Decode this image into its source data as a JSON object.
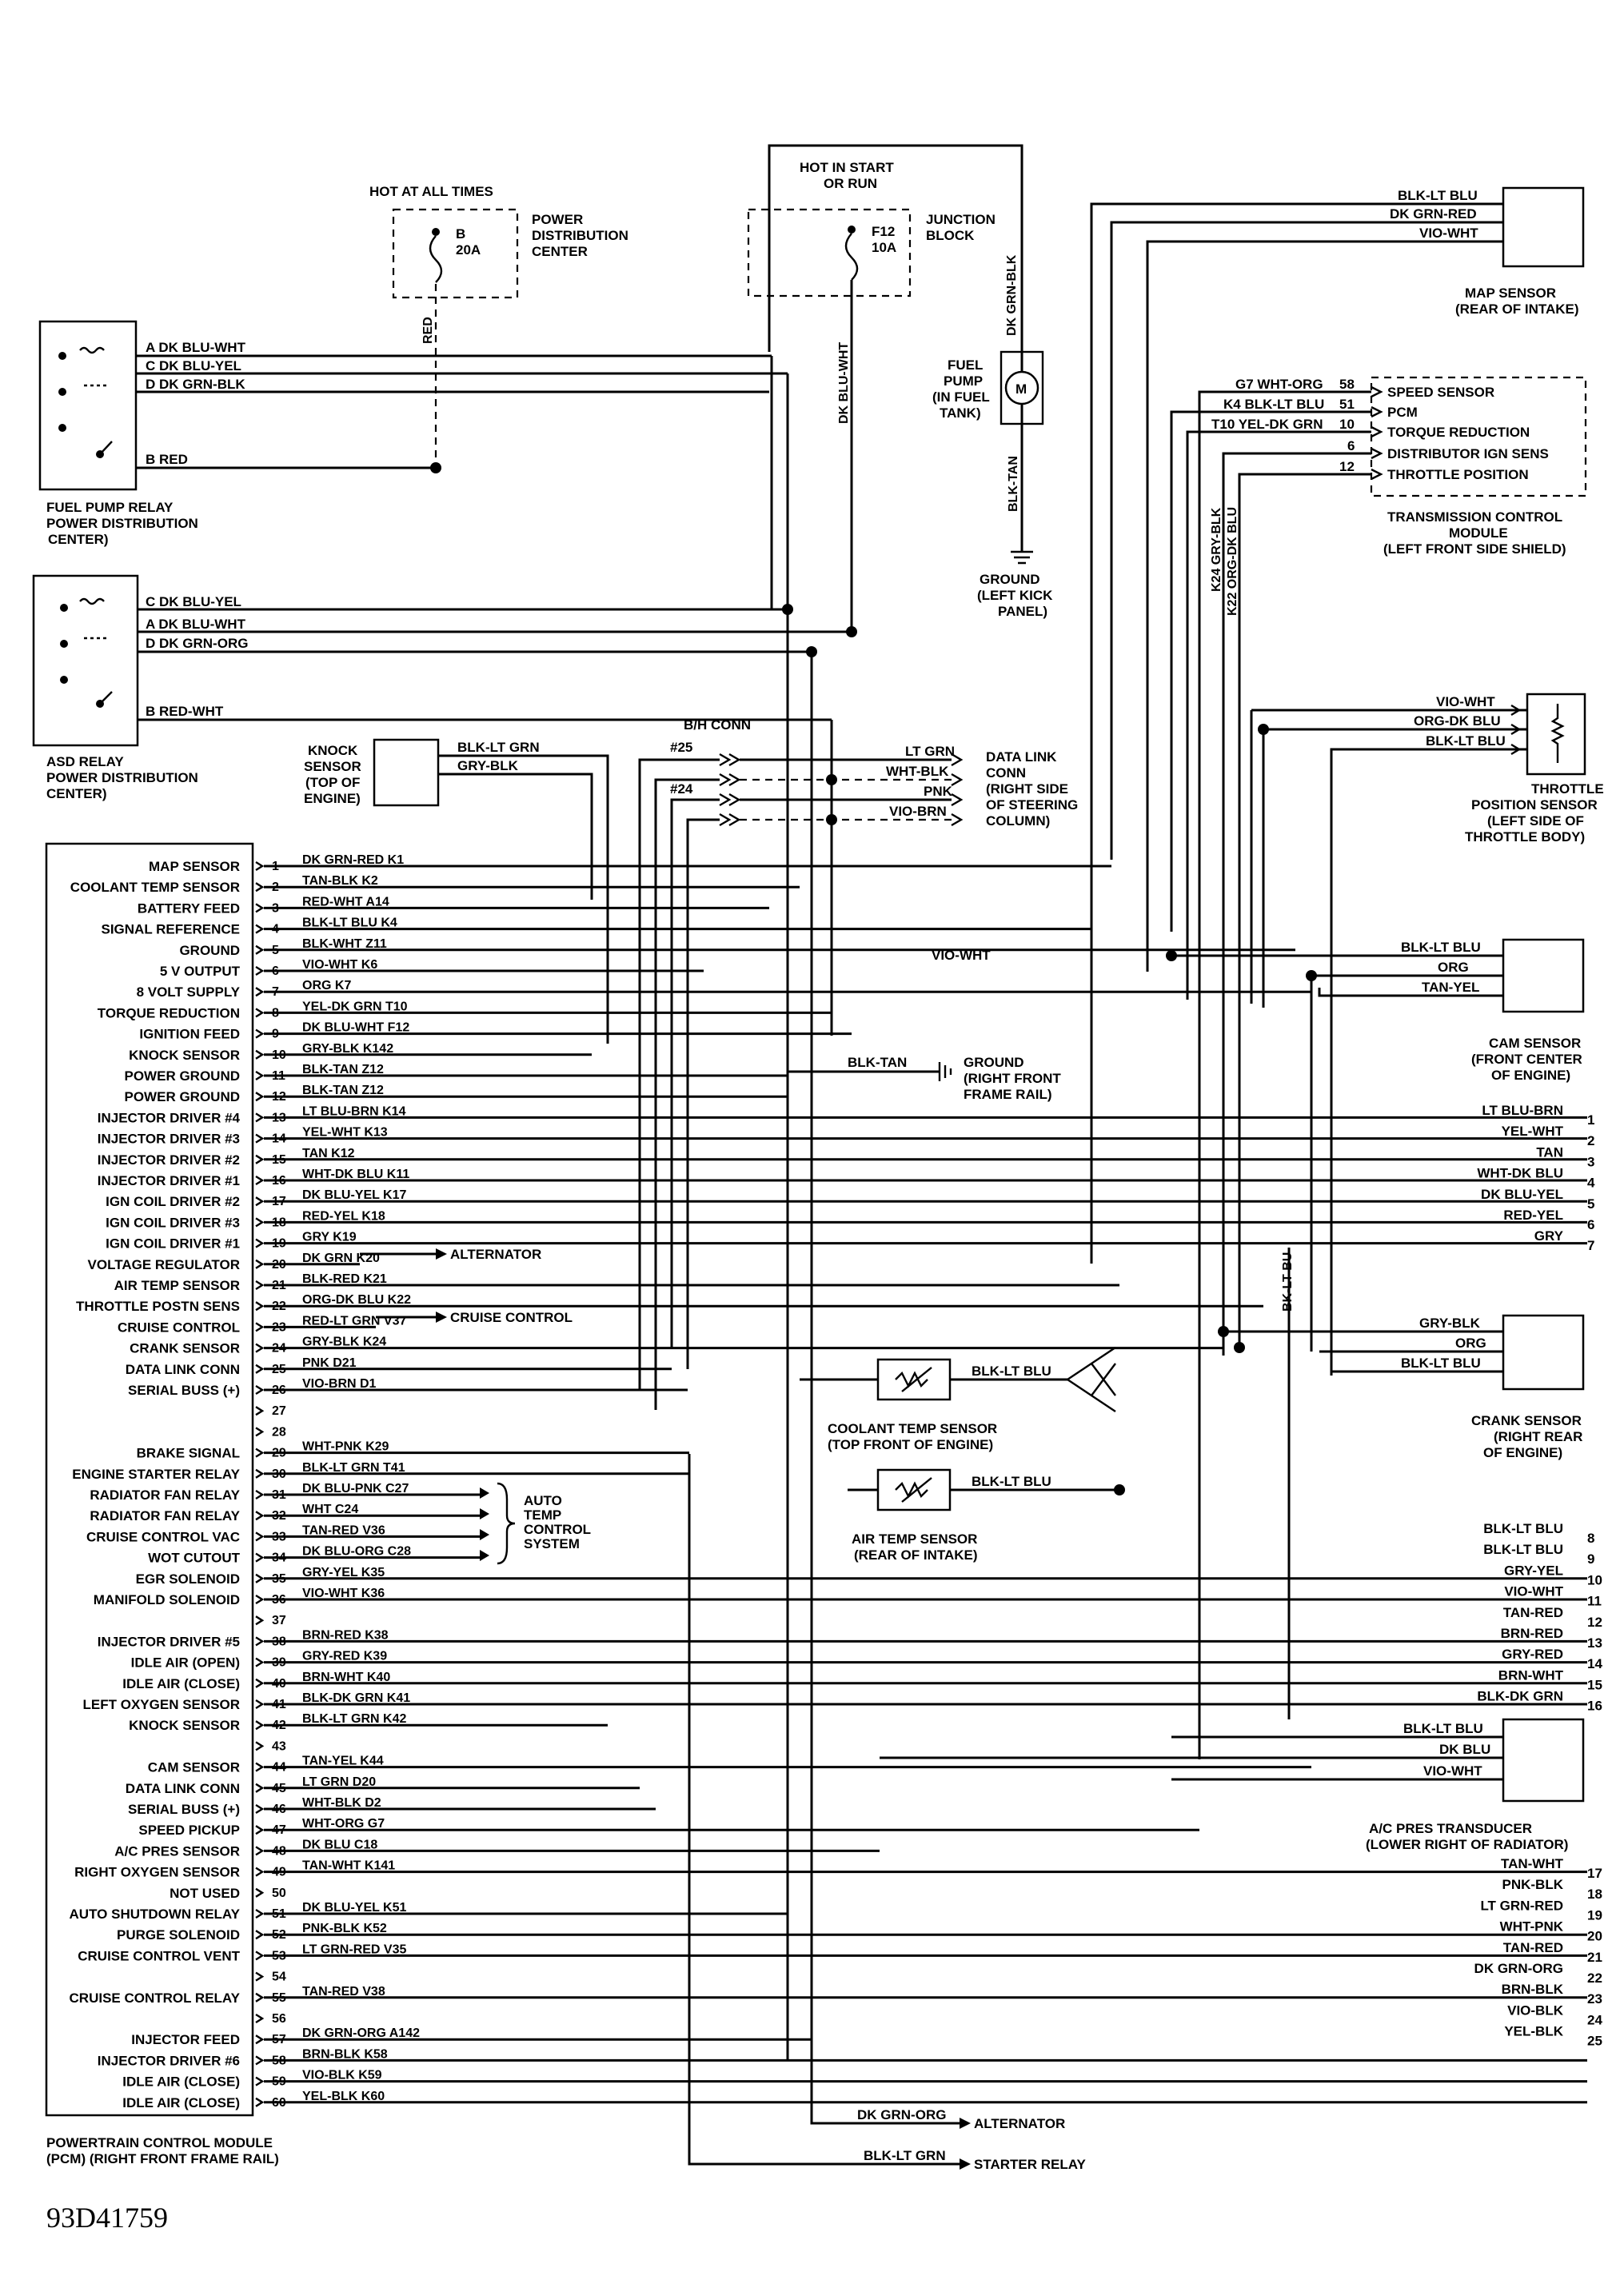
{
  "power": {
    "hot_all_times": "HOT AT ALL TIMES",
    "pdc_fuse_name": "B",
    "pdc_fuse_amp": "20A",
    "pdc_label": [
      "POWER",
      "DISTRIBUTION",
      "CENTER"
    ],
    "hot_start_run": [
      "HOT IN START",
      "OR RUN"
    ],
    "jb_fuse_name": "F12",
    "jb_fuse_amp": "10A",
    "jb_label": [
      "JUNCTION",
      "BLOCK"
    ],
    "red_wire": "RED",
    "dkgrn_blk_wire": "DK GRN-BLK",
    "dkblu_wht_wire": "DK BLU-WHT"
  },
  "fuel_pump": {
    "label": [
      "FUEL",
      "PUMP",
      "(IN FUEL",
      "TANK)"
    ],
    "motor": "M",
    "blk_tan_wire": "BLK-TAN",
    "ground": [
      "GROUND",
      "(LEFT KICK",
      "PANEL)"
    ]
  },
  "fuel_pump_relay": {
    "wires": [
      "A  DK BLU-WHT",
      "C  DK BLU-YEL",
      "D  DK GRN-BLK",
      "B  RED"
    ],
    "label": [
      "FUEL PUMP RELAY",
      "POWER DISTRIBUTION",
      "CENTER)"
    ]
  },
  "asd_relay": {
    "wires": [
      "C  DK BLU-YEL",
      "A  DK BLU-WHT",
      "D  DK GRN-ORG",
      "B  RED-WHT"
    ],
    "label": [
      "ASD RELAY",
      "POWER DISTRIBUTION",
      "CENTER)"
    ]
  },
  "knock_sensor": {
    "label": [
      "KNOCK",
      "SENSOR",
      "(TOP OF",
      "ENGINE)"
    ],
    "wires": [
      "BLK-LT GRN",
      "GRY-BLK"
    ]
  },
  "data_link": {
    "bh_conn": "B/H CONN",
    "pin25": "#25",
    "pin24": "#24",
    "wires": [
      "LT GRN",
      "WHT-BLK",
      "PNK",
      "VIO-BRN"
    ],
    "label": [
      "DATA LINK",
      "CONN",
      "(RIGHT SIDE",
      "OF STEERING",
      "COLUMN)"
    ]
  },
  "ground_frame": {
    "wire": "BLK-TAN",
    "label": [
      "GROUND",
      "(RIGHT FRONT",
      "FRAME RAIL)"
    ]
  },
  "map_sensor": {
    "wires": [
      "BLK-LT BLU",
      "DK GRN-RED",
      "VIO-WHT"
    ],
    "label": [
      "MAP SENSOR",
      "(REAR OF INTAKE)"
    ]
  },
  "tcm": {
    "wires": [
      "G7 WHT-ORG",
      "K4 BLK-LT BLU",
      "T10 YEL-DK GRN"
    ],
    "pins": [
      "58",
      "51",
      "10",
      "6",
      "12"
    ],
    "items": [
      "SPEED SENSOR",
      "PCM",
      "TORQUE REDUCTION",
      "DISTRIBUTOR IGN SENS",
      "THROTTLE POSITION"
    ],
    "label": [
      "TRANSMISSION CONTROL",
      "MODULE",
      "(LEFT FRONT SIDE SHIELD)"
    ],
    "vert_wires": [
      "K24 GRY-BLK",
      "K22 ORG-DK BLU"
    ]
  },
  "tps": {
    "wires": [
      "VIO-WHT",
      "ORG-DK BLU",
      "BLK-LT BLU"
    ],
    "label": [
      "THROTTLE",
      "POSITION SENSOR",
      "(LEFT SIDE OF",
      "THROTTLE BODY)"
    ]
  },
  "vio_wht_mid": "VIO-WHT",
  "cam_sensor": {
    "wires": [
      "BLK-LT BLU",
      "ORG",
      "TAN-YEL"
    ],
    "label": [
      "CAM SENSOR",
      "(FRONT CENTER",
      "OF ENGINE)"
    ]
  },
  "right_group_a": {
    "wires": [
      "LT BLU-BRN",
      "YEL-WHT",
      "TAN",
      "WHT-DK BLU",
      "DK BLU-YEL",
      "RED-YEL",
      "GRY"
    ],
    "nums": [
      "1",
      "2",
      "3",
      "4",
      "5",
      "6",
      "7"
    ]
  },
  "bk_lt_bu": "BK-LT BU",
  "crank_sensor": {
    "wires": [
      "GRY-BLK",
      "ORG",
      "BLK-LT BLU"
    ],
    "label": [
      "CRANK SENSOR",
      "(RIGHT REAR",
      "OF ENGINE)"
    ]
  },
  "coolant_sensor": {
    "wire": "BLK-LT BLU",
    "label": [
      "COOLANT TEMP SENSOR",
      "(TOP FRONT OF ENGINE)"
    ]
  },
  "air_temp_sensor": {
    "wire": "BLK-LT BLU",
    "label": [
      "AIR TEMP SENSOR",
      "(REAR OF INTAKE)"
    ]
  },
  "right_group_b": {
    "wires": [
      "BLK-LT BLU",
      "BLK-LT BLU",
      "GRY-YEL",
      "VIO-WHT",
      "TAN-RED",
      "BRN-RED",
      "GRY-RED",
      "BRN-WHT",
      "BLK-DK GRN"
    ],
    "nums": [
      "8",
      "9",
      "10",
      "11",
      "12",
      "13",
      "14",
      "15",
      "16"
    ]
  },
  "ac_pres": {
    "wires": [
      "BLK-LT BLU",
      "DK BLU",
      "VIO-WHT"
    ],
    "label": [
      "A/C PRES TRANSDUCER",
      "(LOWER RIGHT OF RADIATOR)"
    ]
  },
  "right_group_c": {
    "wires": [
      "TAN-WHT",
      "PNK-BLK",
      "LT GRN-RED",
      "WHT-PNK",
      "TAN-RED",
      "DK GRN-ORG",
      "BRN-BLK",
      "VIO-BLK",
      "YEL-BLK"
    ],
    "nums": [
      "17",
      "18",
      "19",
      "20",
      "21",
      "22",
      "23",
      "24",
      "25"
    ]
  },
  "alternator": "ALTERNATOR",
  "cruise_control": "CRUISE CONTROL",
  "auto_temp": [
    "AUTO",
    "TEMP",
    "CONTROL",
    "SYSTEM"
  ],
  "bottom": {
    "dkgrn_org": "DK GRN-ORG",
    "alternator": "ALTERNATOR",
    "blk_ltgrn": "BLK-LT GRN",
    "starter": "STARTER RELAY"
  },
  "pcm": {
    "label": [
      "POWERTRAIN CONTROL MODULE",
      "(PCM) (RIGHT FRONT FRAME RAIL)"
    ],
    "pins": [
      {
        "n": "1",
        "name": "MAP SENSOR",
        "wire": "DK GRN-RED K1"
      },
      {
        "n": "2",
        "name": "COOLANT TEMP SENSOR",
        "wire": "TAN-BLK K2"
      },
      {
        "n": "3",
        "name": "BATTERY FEED",
        "wire": "RED-WHT A14"
      },
      {
        "n": "4",
        "name": "SIGNAL REFERENCE",
        "wire": "BLK-LT BLU K4"
      },
      {
        "n": "5",
        "name": "GROUND",
        "wire": "BLK-WHT Z11"
      },
      {
        "n": "6",
        "name": "5 V OUTPUT",
        "wire": "VIO-WHT K6"
      },
      {
        "n": "7",
        "name": "8 VOLT SUPPLY",
        "wire": "ORG K7"
      },
      {
        "n": "8",
        "name": "TORQUE REDUCTION",
        "wire": "YEL-DK GRN T10"
      },
      {
        "n": "9",
        "name": "IGNITION FEED",
        "wire": "DK BLU-WHT F12"
      },
      {
        "n": "10",
        "name": "KNOCK SENSOR",
        "wire": "GRY-BLK K142"
      },
      {
        "n": "11",
        "name": "POWER GROUND",
        "wire": "BLK-TAN Z12"
      },
      {
        "n": "12",
        "name": "POWER GROUND",
        "wire": "BLK-TAN Z12"
      },
      {
        "n": "13",
        "name": "INJECTOR DRIVER #4",
        "wire": "LT BLU-BRN K14"
      },
      {
        "n": "14",
        "name": "INJECTOR DRIVER #3",
        "wire": "YEL-WHT K13"
      },
      {
        "n": "15",
        "name": "INJECTOR DRIVER #2",
        "wire": "TAN K12"
      },
      {
        "n": "16",
        "name": "INJECTOR DRIVER #1",
        "wire": "WHT-DK BLU K11"
      },
      {
        "n": "17",
        "name": "IGN COIL DRIVER #2",
        "wire": "DK BLU-YEL K17"
      },
      {
        "n": "18",
        "name": "IGN COIL DRIVER #3",
        "wire": "RED-YEL K18"
      },
      {
        "n": "19",
        "name": "IGN COIL DRIVER #1",
        "wire": "GRY K19"
      },
      {
        "n": "20",
        "name": "VOLTAGE REGULATOR",
        "wire": "DK GRN K20"
      },
      {
        "n": "21",
        "name": "AIR TEMP SENSOR",
        "wire": "BLK-RED K21"
      },
      {
        "n": "22",
        "name": "THROTTLE POSTN SENS",
        "wire": "ORG-DK BLU K22"
      },
      {
        "n": "23",
        "name": "CRUISE CONTROL",
        "wire": "RED-LT GRN V37"
      },
      {
        "n": "24",
        "name": "CRANK SENSOR",
        "wire": "GRY-BLK K24"
      },
      {
        "n": "25",
        "name": "DATA LINK CONN",
        "wire": "PNK D21"
      },
      {
        "n": "26",
        "name": "SERIAL BUSS (+)",
        "wire": "VIO-BRN D1"
      },
      {
        "n": "27",
        "name": "",
        "wire": ""
      },
      {
        "n": "28",
        "name": "",
        "wire": ""
      },
      {
        "n": "29",
        "name": "BRAKE SIGNAL",
        "wire": "WHT-PNK K29"
      },
      {
        "n": "30",
        "name": "ENGINE STARTER RELAY",
        "wire": "BLK-LT GRN T41"
      },
      {
        "n": "31",
        "name": "RADIATOR FAN RELAY",
        "wire": "DK BLU-PNK C27"
      },
      {
        "n": "32",
        "name": "RADIATOR FAN RELAY",
        "wire": "WHT C24"
      },
      {
        "n": "33",
        "name": "CRUISE CONTROL VAC",
        "wire": "TAN-RED V36"
      },
      {
        "n": "34",
        "name": "WOT CUTOUT",
        "wire": "DK BLU-ORG C28"
      },
      {
        "n": "35",
        "name": "EGR SOLENOID",
        "wire": "GRY-YEL K35"
      },
      {
        "n": "36",
        "name": "MANIFOLD SOLENOID",
        "wire": "VIO-WHT K36"
      },
      {
        "n": "37",
        "name": "",
        "wire": ""
      },
      {
        "n": "38",
        "name": "INJECTOR DRIVER #5",
        "wire": "BRN-RED K38"
      },
      {
        "n": "39",
        "name": "IDLE AIR (OPEN)",
        "wire": "GRY-RED K39"
      },
      {
        "n": "40",
        "name": "IDLE AIR (CLOSE)",
        "wire": "BRN-WHT K40"
      },
      {
        "n": "41",
        "name": "LEFT OXYGEN SENSOR",
        "wire": "BLK-DK GRN K41"
      },
      {
        "n": "42",
        "name": "KNOCK SENSOR",
        "wire": "BLK-LT GRN K42"
      },
      {
        "n": "43",
        "name": "",
        "wire": ""
      },
      {
        "n": "44",
        "name": "CAM SENSOR",
        "wire": "TAN-YEL K44"
      },
      {
        "n": "45",
        "name": "DATA LINK CONN",
        "wire": "LT GRN D20"
      },
      {
        "n": "46",
        "name": "SERIAL BUSS (+)",
        "wire": "WHT-BLK D2"
      },
      {
        "n": "47",
        "name": "SPEED PICKUP",
        "wire": "WHT-ORG G7"
      },
      {
        "n": "48",
        "name": "A/C PRES SENSOR",
        "wire": "DK BLU C18"
      },
      {
        "n": "49",
        "name": "RIGHT OXYGEN SENSOR",
        "wire": "TAN-WHT K141"
      },
      {
        "n": "50",
        "name": "NOT USED",
        "wire": ""
      },
      {
        "n": "51",
        "name": "AUTO SHUTDOWN RELAY",
        "wire": "DK BLU-YEL K51"
      },
      {
        "n": "52",
        "name": "PURGE SOLENOID",
        "wire": "PNK-BLK K52"
      },
      {
        "n": "53",
        "name": "CRUISE CONTROL VENT",
        "wire": "LT GRN-RED V35"
      },
      {
        "n": "54",
        "name": "",
        "wire": ""
      },
      {
        "n": "55",
        "name": "CRUISE CONTROL RELAY",
        "wire": "TAN-RED V38"
      },
      {
        "n": "56",
        "name": "",
        "wire": ""
      },
      {
        "n": "57",
        "name": "INJECTOR FEED",
        "wire": "DK GRN-ORG A142"
      },
      {
        "n": "58",
        "name": "INJECTOR DRIVER #6",
        "wire": "BRN-BLK K58"
      },
      {
        "n": "59",
        "name": "IDLE AIR (CLOSE)",
        "wire": "VIO-BLK K59"
      },
      {
        "n": "60",
        "name": "IDLE AIR (CLOSE)",
        "wire": "YEL-BLK K60"
      }
    ]
  },
  "figure_id": "93D41759"
}
